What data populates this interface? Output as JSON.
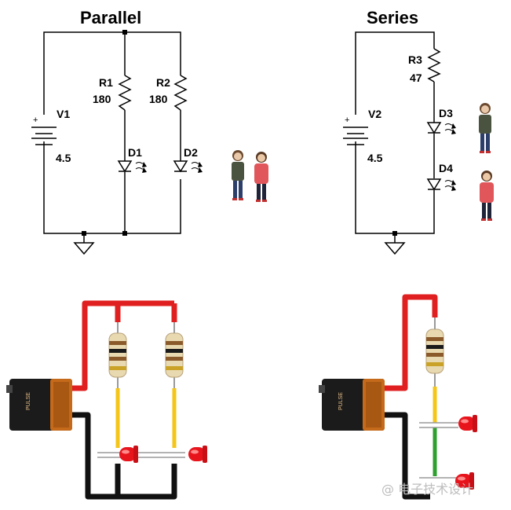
{
  "parallel": {
    "title": "Parallel",
    "v1": {
      "name": "V1",
      "value": "4.5",
      "plus": "+"
    },
    "r1": {
      "name": "R1",
      "value": "180"
    },
    "r2": {
      "name": "R2",
      "value": "180"
    },
    "d1": {
      "name": "D1"
    },
    "d2": {
      "name": "D2"
    }
  },
  "series": {
    "title": "Series",
    "v2": {
      "name": "V2",
      "value": "4.5",
      "plus": "+"
    },
    "r3": {
      "name": "R3",
      "value": "47"
    },
    "d3": {
      "name": "D3"
    },
    "d4": {
      "name": "D4"
    }
  },
  "battery_label": "PULSE",
  "watermark": "@ 电子技术设计",
  "colors": {
    "wire_red": "#e02020",
    "wire_black": "#111111",
    "wire_yellow": "#f5c518",
    "wire_green": "#2ea02e",
    "led_red": "#e8141c",
    "battery_body": "#c46a1a",
    "battery_dark": "#1b1b1b"
  }
}
